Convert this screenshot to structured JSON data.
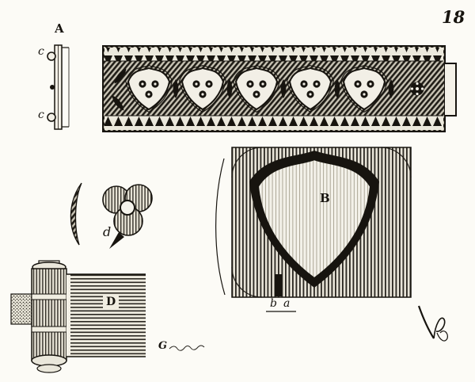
{
  "plate": {
    "number": "18",
    "labels": {
      "section_profile": "A",
      "c_top": "c",
      "c_bottom": "c",
      "rosette": "d",
      "panel_detail": "B",
      "panel_b": "b",
      "panel_a": "a",
      "hinge": "D",
      "engraver_mark": "G"
    }
  }
}
